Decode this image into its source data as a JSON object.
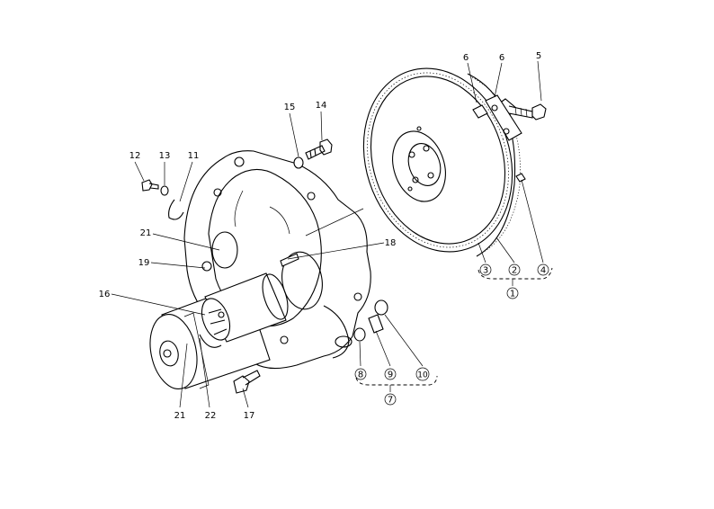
{
  "labels": {
    "l1": "1",
    "l2": "2",
    "l3": "3",
    "l4": "4",
    "l5": "5",
    "l6a": "6",
    "l6b": "6",
    "l7": "7",
    "l8": "8",
    "l9": "9",
    "l10": "10",
    "l11": "11",
    "l12": "12",
    "l13": "13",
    "l14": "14",
    "l15": "15",
    "l16": "16",
    "l17": "17",
    "l18": "18",
    "l19": "19",
    "l21a": "21",
    "l21b": "21",
    "l22": "22"
  }
}
